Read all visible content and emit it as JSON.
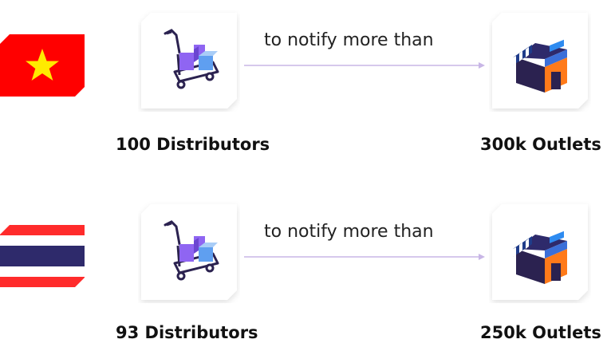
{
  "rows": [
    {
      "country_flag_icon": "vietnam-flag-icon",
      "distributor_icon": "distribution-cart-icon",
      "connector_text": "to notify more than",
      "distributors_label": "100 Distributors",
      "shop_icon": "shop-icon",
      "outlets_label": "300k Outlets"
    },
    {
      "country_flag_icon": "thailand-flag-icon",
      "distributor_icon": "distribution-cart-icon",
      "connector_text": "to notify more than",
      "distributors_label": "93 Distributors",
      "shop_icon": "shop-icon",
      "outlets_label": "250k Outlets"
    }
  ],
  "colors": {
    "vn_red": "#ff0000",
    "vn_star": "#ffea00",
    "th_red": "#ff2b2b",
    "th_blue": "#2e2a6b",
    "cart_purple": "#8f65f2",
    "cart_blue": "#5f9ff0",
    "shop_orange": "#ff7a1a",
    "arrow_lilac": "#c8b6e6"
  }
}
